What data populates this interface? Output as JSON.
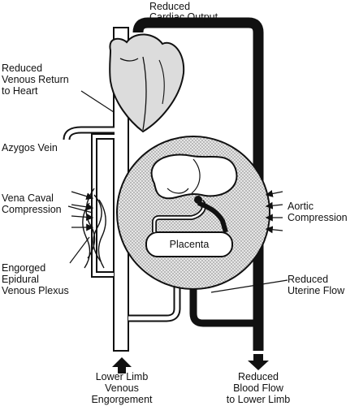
{
  "labels": {
    "reduced_cardiac_output": [
      "Reduced",
      "Cardiac Output"
    ],
    "reduced_venous_return": [
      "Reduced",
      "Venous Return",
      "to Heart"
    ],
    "azygos_vein": [
      "Azygos Vein"
    ],
    "vena_caval_compression": [
      "Vena Caval",
      "Compression"
    ],
    "engorged_epidural_venous_plexus": [
      "Engorged",
      "Epidural",
      "Venous Plexus"
    ],
    "aortic_compression": [
      "Aortic",
      "Compression"
    ],
    "reduced_uterine_flow": [
      "Reduced",
      "Uterine Flow"
    ],
    "lower_limb_venous_engorgement": [
      "Lower Limb",
      "Venous",
      "Engorgement"
    ],
    "reduced_blood_flow_lower_limb": [
      "Reduced",
      "Blood Flow",
      "to Lower Limb"
    ],
    "placenta": "Placenta"
  }
}
